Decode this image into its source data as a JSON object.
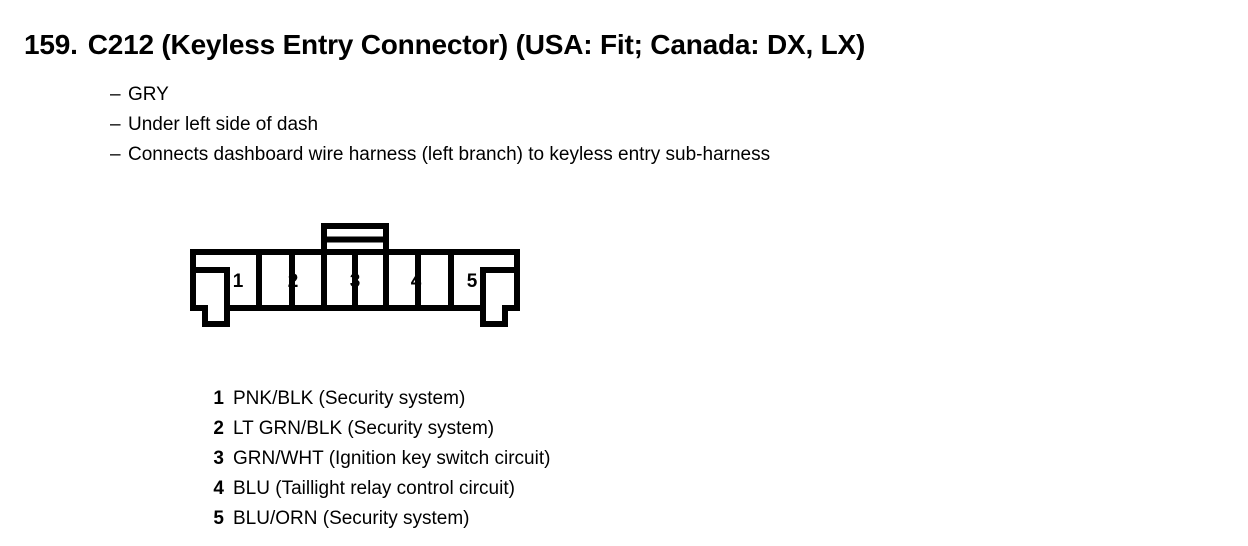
{
  "title": {
    "number": "159.",
    "text": "C212 (Keyless Entry Connector) (USA: Fit; Canada: DX, LX)"
  },
  "notes": {
    "dash": "–",
    "lines": [
      "GRY",
      "Under left side of dash",
      "Connects dashboard wire harness (left branch) to keyless entry sub-harness"
    ]
  },
  "connector": {
    "cavity_count": 5,
    "cavity_labels": [
      "1",
      "2",
      "3",
      "4",
      "5"
    ],
    "has_locking_tab": true,
    "locking_tab_slots": 2,
    "line_color": "#000000",
    "fill_color": "#ffffff"
  },
  "pins": [
    {
      "number": "1",
      "description": "PNK/BLK (Security system)"
    },
    {
      "number": "2",
      "description": "LT GRN/BLK (Security system)"
    },
    {
      "number": "3",
      "description": "GRN/WHT (Ignition key switch circuit)"
    },
    {
      "number": "4",
      "description": "BLU (Taillight relay control circuit)"
    },
    {
      "number": "5",
      "description": "BLU/ORN (Security system)"
    }
  ]
}
